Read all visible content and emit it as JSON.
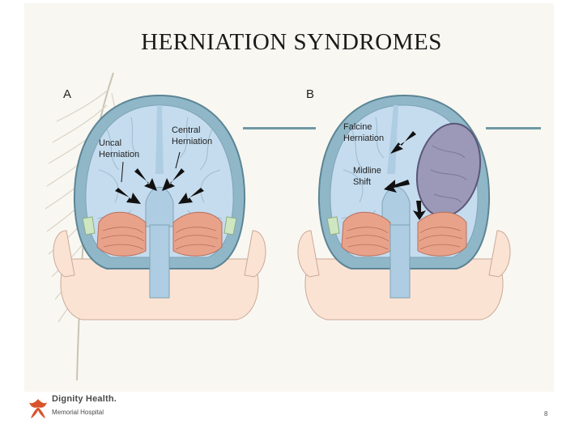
{
  "slide": {
    "title": "HERNIATION SYNDROMES",
    "page_number": "8"
  },
  "figure": {
    "panel_a": {
      "label": "A",
      "labels": {
        "uncal_line1": "Uncal",
        "uncal_line2": "Herniation",
        "central_line1": "Central",
        "central_line2": "Herniation"
      }
    },
    "panel_b": {
      "label": "B",
      "labels": {
        "falcine_line1": "Falcine",
        "falcine_line2": "Herniation",
        "midline_line1": "Midline",
        "midline_line2": "Shift"
      }
    }
  },
  "footer": {
    "logo_title": "Dignity Health.",
    "logo_subtitle": "Memorial Hospital"
  },
  "colors": {
    "accent_rule": "#6f98a4",
    "brain": "#c5dcee",
    "skull": "#8fb7c8",
    "cerebellum": "#e8a28a",
    "hematoma": "#9b98b8",
    "skin": "#fbe3d3"
  },
  "icons": [
    "feather-icon",
    "dignity-health-logo-icon"
  ]
}
